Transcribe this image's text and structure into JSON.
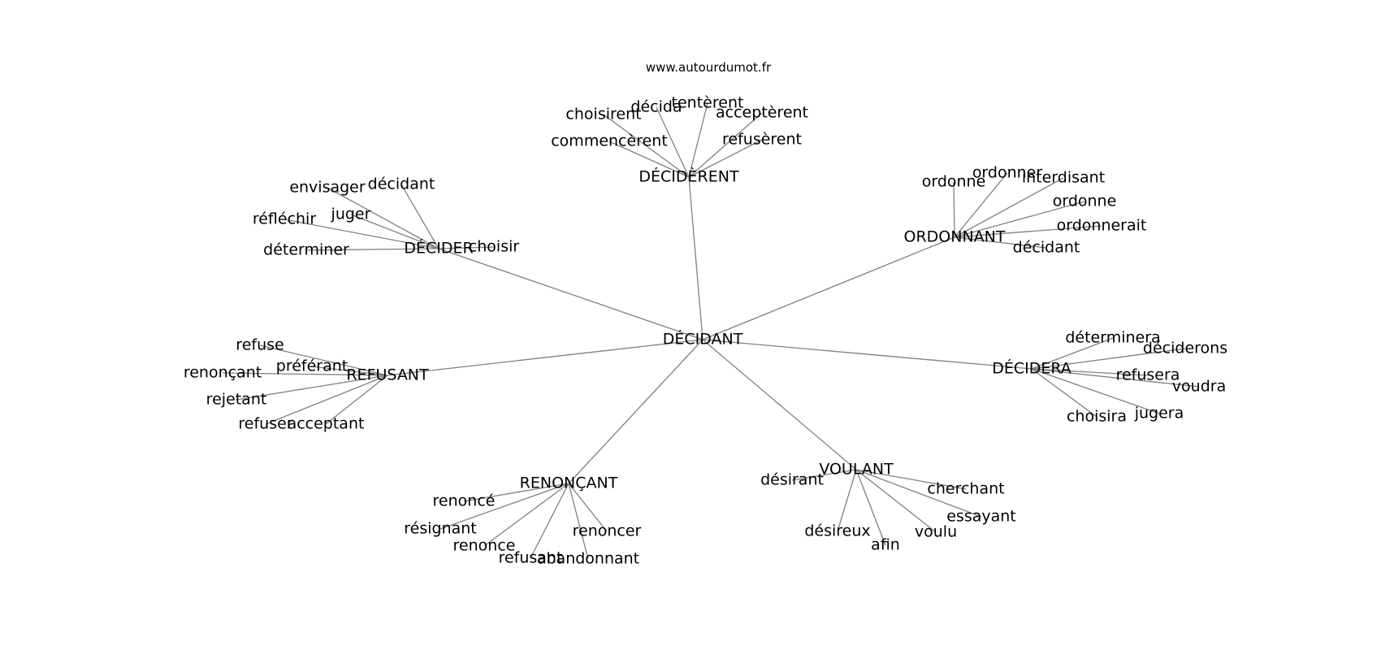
{
  "source": "www.autourdumot.fr",
  "graph": {
    "center": "DÉCIDANT",
    "clusters": [
      {
        "hub": "DÉCIDÈRENT",
        "leaves": [
          "choisirent",
          "décida",
          "tentèrent",
          "acceptèrent",
          "commencèrent",
          "refusèrent"
        ]
      },
      {
        "hub": "ORDONNANT",
        "leaves": [
          "ordonne",
          "ordonner",
          "interdisant",
          "ordonne",
          "ordonnerait",
          "décidant"
        ]
      },
      {
        "hub": "DÉCIDER",
        "leaves": [
          "envisager",
          "décidant",
          "juger",
          "réfléchir",
          "déterminer",
          "choisir"
        ]
      },
      {
        "hub": "REFUSANT",
        "leaves": [
          "refuse",
          "préférant",
          "renonçant",
          "rejetant",
          "refuser",
          "acceptant"
        ]
      },
      {
        "hub": "DÉCIDERA",
        "leaves": [
          "déterminera",
          "déciderons",
          "refusera",
          "voudra",
          "choisira",
          "jugera"
        ]
      },
      {
        "hub": "RENONÇANT",
        "leaves": [
          "renoncé",
          "résignant",
          "renonce",
          "refusant",
          "abandonnant",
          "renoncer"
        ]
      },
      {
        "hub": "VOULANT",
        "leaves": [
          "désirant",
          "cherchant",
          "essayant",
          "désireux",
          "afin",
          "voulu"
        ]
      }
    ]
  }
}
